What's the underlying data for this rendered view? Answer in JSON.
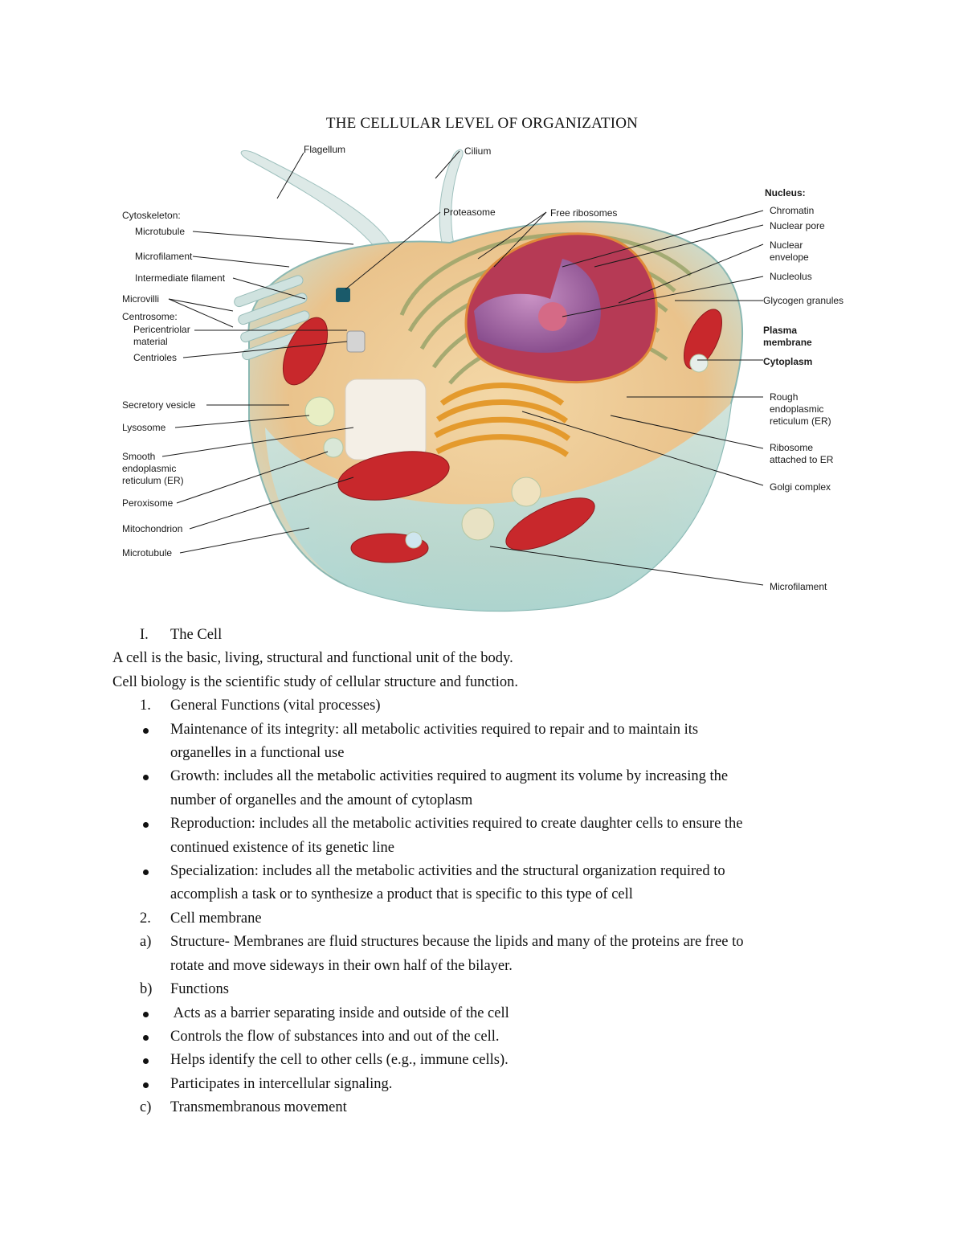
{
  "document": {
    "title": "THE CELLULAR LEVEL OF ORGANIZATION"
  },
  "figure": {
    "labels": {
      "flagellum": "Flagellum",
      "cilium": "Cilium",
      "nucleus": "Nucleus:",
      "chromatin": "Chromatin",
      "nuclear_pore": "Nuclear pore",
      "nuclear_envelope_1": "Nuclear",
      "nuclear_envelope_2": "envelope",
      "nucleolus": "Nucleolus",
      "glycogen": "Glycogen granules",
      "plasma_1": "Plasma",
      "plasma_2": "membrane",
      "cytoplasm": "Cytoplasm",
      "rough_er_1": "Rough",
      "rough_er_2": "endoplasmic",
      "rough_er_3": "reticulum (ER)",
      "ribosome_er_1": "Ribosome",
      "ribosome_er_2": "attached to ER",
      "golgi": "Golgi complex",
      "microfilament_right": "Microfilament",
      "cytoskeleton": "Cytoskeleton:",
      "microtubule_top": "Microtubule",
      "microfilament_left": "Microfilament",
      "intermediate": "Intermediate filament",
      "microvilli": "Microvilli",
      "centrosome": "Centrosome:",
      "pericentriolar_1": "Pericentriolar",
      "pericentriolar_2": "material",
      "centrioles": "Centrioles",
      "secretory": "Secretory vesicle",
      "lysosome": "Lysosome",
      "smooth_er_1": "Smooth",
      "smooth_er_2": "endoplasmic",
      "smooth_er_3": "reticulum (ER)",
      "peroxisome": "Peroxisome",
      "mitochondrion": "Mitochondrion",
      "microtubule_bottom": "Microtubule",
      "proteasome": "Proteasome",
      "free_ribosomes": "Free ribosomes"
    }
  },
  "content": {
    "section_num": "I.",
    "section_title": "The Cell",
    "para1": "A cell is the basic, living, structural and functional unit of the body.",
    "para2": "Cell biology is the scientific study of cellular structure and function.",
    "item1_num": "1.",
    "item1_title": "General Functions (vital processes)",
    "bullet1_l1": "Maintenance of its integrity: all metabolic activities required to repair and to maintain its",
    "bullet1_l2": "organelles in a functional use",
    "bullet2_l1": "Growth: includes all the metabolic activities required to augment its volume by increasing the",
    "bullet2_l2": "number of organelles and the amount of cytoplasm",
    "bullet3_l1": "Reproduction: includes all the metabolic activities required to create daughter cells to ensure the",
    "bullet3_l2": "continued existence of its genetic line",
    "bullet4_l1": "Specialization: includes all the metabolic activities and the structural organization required to",
    "bullet4_l2": "accomplish a task or to synthesize a product that is specific to this type of cell",
    "item2_num": "2.",
    "item2_title": "Cell membrane",
    "sub_a_mark": "a)",
    "sub_a_l1": "Structure- Membranes are fluid structures because the lipids and many of the proteins are free to",
    "sub_a_l2": "rotate and move sideways in their own half of the bilayer.",
    "sub_b_mark": "b)",
    "sub_b_text": "Functions",
    "func1": " Acts as a barrier separating inside and outside of the cell",
    "func2": "Controls the flow of substances into and out of the cell.",
    "func3": "Helps identify the cell to other cells (e.g., immune cells).",
    "func4": "Participates in intercellular signaling.",
    "sub_c_mark": "c)",
    "sub_c_text": "Transmembranous movement"
  }
}
